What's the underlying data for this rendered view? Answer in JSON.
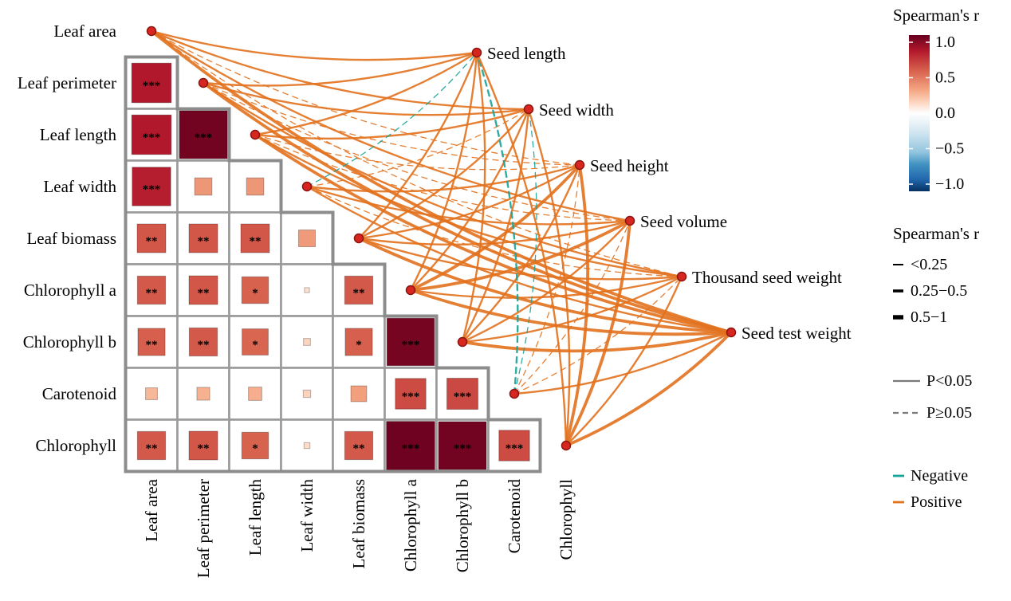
{
  "colors": {
    "background": "#ffffff",
    "grid": "#9a9a9a",
    "grid_outer": "#8c8c8c",
    "node_fill": "#d7261f",
    "node_stroke": "#8a1410",
    "edge_positive": "#e2711d",
    "edge_negative": "#17a398",
    "star": "#f2dfa0",
    "pline": "#7a7a7a",
    "text": "#000000"
  },
  "chart_data": {
    "type": "heatmap",
    "subtype": "lower-triangle Spearman correlation matrix with curved network links between leaf traits and seed traits",
    "correlation_method": "Spearman's r",
    "matrix": {
      "traits": [
        "Leaf area",
        "Leaf perimeter",
        "Leaf length",
        "Leaf width",
        "Leaf biomass",
        "Chlorophyll a",
        "Chlorophyll b",
        "Carotenoid",
        "Chlorophyll"
      ],
      "cells": [
        {
          "row": "Leaf perimeter",
          "col": "Leaf area",
          "r": 0.8,
          "sig": "***"
        },
        {
          "row": "Leaf length",
          "col": "Leaf area",
          "r": 0.8,
          "sig": "***"
        },
        {
          "row": "Leaf length",
          "col": "Leaf perimeter",
          "r": 0.97,
          "sig": "***"
        },
        {
          "row": "Leaf width",
          "col": "Leaf area",
          "r": 0.78,
          "sig": "***"
        },
        {
          "row": "Leaf width",
          "col": "Leaf perimeter",
          "r": 0.35,
          "sig": ""
        },
        {
          "row": "Leaf width",
          "col": "Leaf length",
          "r": 0.35,
          "sig": ""
        },
        {
          "row": "Leaf biomass",
          "col": "Leaf area",
          "r": 0.58,
          "sig": "**"
        },
        {
          "row": "Leaf biomass",
          "col": "Leaf perimeter",
          "r": 0.58,
          "sig": "**"
        },
        {
          "row": "Leaf biomass",
          "col": "Leaf length",
          "r": 0.58,
          "sig": "**"
        },
        {
          "row": "Leaf biomass",
          "col": "Leaf width",
          "r": 0.34,
          "sig": ""
        },
        {
          "row": "Chlorophyll a",
          "col": "Leaf area",
          "r": 0.57,
          "sig": "**"
        },
        {
          "row": "Chlorophyll a",
          "col": "Leaf perimeter",
          "r": 0.58,
          "sig": "**"
        },
        {
          "row": "Chlorophyll a",
          "col": "Leaf length",
          "r": 0.54,
          "sig": "*"
        },
        {
          "row": "Chlorophyll a",
          "col": "Leaf width",
          "r": 0.1,
          "sig": ""
        },
        {
          "row": "Chlorophyll a",
          "col": "Leaf biomass",
          "r": 0.57,
          "sig": "**"
        },
        {
          "row": "Chlorophyll b",
          "col": "Leaf area",
          "r": 0.55,
          "sig": "**"
        },
        {
          "row": "Chlorophyll b",
          "col": "Leaf perimeter",
          "r": 0.57,
          "sig": "**"
        },
        {
          "row": "Chlorophyll b",
          "col": "Leaf length",
          "r": 0.53,
          "sig": "*"
        },
        {
          "row": "Chlorophyll b",
          "col": "Leaf width",
          "r": 0.14,
          "sig": ""
        },
        {
          "row": "Chlorophyll b",
          "col": "Leaf biomass",
          "r": 0.55,
          "sig": "*"
        },
        {
          "row": "Chlorophyll b",
          "col": "Chlorophyll a",
          "r": 0.96,
          "sig": "***"
        },
        {
          "row": "Carotenoid",
          "col": "Leaf area",
          "r": 0.24,
          "sig": ""
        },
        {
          "row": "Carotenoid",
          "col": "Leaf perimeter",
          "r": 0.26,
          "sig": ""
        },
        {
          "row": "Carotenoid",
          "col": "Leaf length",
          "r": 0.27,
          "sig": ""
        },
        {
          "row": "Carotenoid",
          "col": "Leaf width",
          "r": 0.15,
          "sig": ""
        },
        {
          "row": "Carotenoid",
          "col": "Leaf biomass",
          "r": 0.32,
          "sig": ""
        },
        {
          "row": "Carotenoid",
          "col": "Chlorophyll a",
          "r": 0.62,
          "sig": "***"
        },
        {
          "row": "Carotenoid",
          "col": "Chlorophyll b",
          "r": 0.63,
          "sig": "***"
        },
        {
          "row": "Chlorophyll",
          "col": "Leaf area",
          "r": 0.57,
          "sig": "**"
        },
        {
          "row": "Chlorophyll",
          "col": "Leaf perimeter",
          "r": 0.58,
          "sig": "**"
        },
        {
          "row": "Chlorophyll",
          "col": "Leaf length",
          "r": 0.54,
          "sig": "*"
        },
        {
          "row": "Chlorophyll",
          "col": "Leaf width",
          "r": 0.12,
          "sig": ""
        },
        {
          "row": "Chlorophyll",
          "col": "Leaf biomass",
          "r": 0.57,
          "sig": "**"
        },
        {
          "row": "Chlorophyll",
          "col": "Chlorophyll a",
          "r": 0.98,
          "sig": "***"
        },
        {
          "row": "Chlorophyll",
          "col": "Chlorophyll b",
          "r": 0.97,
          "sig": "***"
        },
        {
          "row": "Chlorophyll",
          "col": "Carotenoid",
          "r": 0.62,
          "sig": "***"
        }
      ]
    },
    "network": {
      "seed_traits": [
        "Seed length",
        "Seed width",
        "Seed height",
        "Seed volume",
        "Thousand seed weight",
        "Seed test weight"
      ],
      "edges": [
        {
          "from": "Leaf area",
          "to": "Seed length",
          "r": 0.42,
          "p": "<0.05"
        },
        {
          "from": "Leaf area",
          "to": "Seed width",
          "r": 0.42,
          "p": "<0.05"
        },
        {
          "from": "Leaf area",
          "to": "Seed height",
          "r": 0.22,
          "p": "≥0.05"
        },
        {
          "from": "Leaf area",
          "to": "Seed volume",
          "r": 0.33,
          "p": "<0.05"
        },
        {
          "from": "Leaf area",
          "to": "Thousand seed weight",
          "r": 0.22,
          "p": "≥0.05"
        },
        {
          "from": "Leaf area",
          "to": "Seed test weight",
          "r": 0.55,
          "p": "<0.05"
        },
        {
          "from": "Leaf perimeter",
          "to": "Seed length",
          "r": 0.4,
          "p": "<0.05"
        },
        {
          "from": "Leaf perimeter",
          "to": "Seed width",
          "r": 0.38,
          "p": "<0.05"
        },
        {
          "from": "Leaf perimeter",
          "to": "Seed height",
          "r": 0.22,
          "p": "≥0.05"
        },
        {
          "from": "Leaf perimeter",
          "to": "Seed volume",
          "r": 0.22,
          "p": "≥0.05"
        },
        {
          "from": "Leaf perimeter",
          "to": "Thousand seed weight",
          "r": 0.3,
          "p": "<0.05"
        },
        {
          "from": "Leaf perimeter",
          "to": "Seed test weight",
          "r": 0.55,
          "p": "<0.05"
        },
        {
          "from": "Leaf length",
          "to": "Seed length",
          "r": 0.4,
          "p": "<0.05"
        },
        {
          "from": "Leaf length",
          "to": "Seed width",
          "r": 0.36,
          "p": "<0.05"
        },
        {
          "from": "Leaf length",
          "to": "Seed height",
          "r": 0.2,
          "p": "≥0.05"
        },
        {
          "from": "Leaf length",
          "to": "Seed volume",
          "r": 0.22,
          "p": "≥0.05"
        },
        {
          "from": "Leaf length",
          "to": "Thousand seed weight",
          "r": 0.3,
          "p": "<0.05"
        },
        {
          "from": "Leaf length",
          "to": "Seed test weight",
          "r": 0.52,
          "p": "<0.05"
        },
        {
          "from": "Leaf width",
          "to": "Seed length",
          "r": -0.18,
          "p": "≥0.05"
        },
        {
          "from": "Leaf width",
          "to": "Seed width",
          "r": 0.2,
          "p": "≥0.05"
        },
        {
          "from": "Leaf width",
          "to": "Seed height",
          "r": 0.3,
          "p": "<0.05"
        },
        {
          "from": "Leaf width",
          "to": "Seed volume",
          "r": 0.3,
          "p": "<0.05"
        },
        {
          "from": "Leaf width",
          "to": "Thousand seed weight",
          "r": 0.18,
          "p": "≥0.05"
        },
        {
          "from": "Leaf width",
          "to": "Seed test weight",
          "r": 0.33,
          "p": "<0.05"
        },
        {
          "from": "Leaf biomass",
          "to": "Seed length",
          "r": 0.33,
          "p": "<0.05"
        },
        {
          "from": "Leaf biomass",
          "to": "Seed width",
          "r": 0.38,
          "p": "<0.05"
        },
        {
          "from": "Leaf biomass",
          "to": "Seed height",
          "r": 0.42,
          "p": "<0.05"
        },
        {
          "from": "Leaf biomass",
          "to": "Seed volume",
          "r": 0.42,
          "p": "<0.05"
        },
        {
          "from": "Leaf biomass",
          "to": "Thousand seed weight",
          "r": 0.38,
          "p": "<0.05"
        },
        {
          "from": "Leaf biomass",
          "to": "Seed test weight",
          "r": 0.55,
          "p": "<0.05"
        },
        {
          "from": "Chlorophyll a",
          "to": "Seed length",
          "r": 0.33,
          "p": "<0.05"
        },
        {
          "from": "Chlorophyll a",
          "to": "Seed width",
          "r": 0.45,
          "p": "<0.05"
        },
        {
          "from": "Chlorophyll a",
          "to": "Seed height",
          "r": 0.52,
          "p": "<0.05"
        },
        {
          "from": "Chlorophyll a",
          "to": "Seed volume",
          "r": 0.52,
          "p": "<0.05"
        },
        {
          "from": "Chlorophyll a",
          "to": "Thousand seed weight",
          "r": 0.45,
          "p": "<0.05"
        },
        {
          "from": "Chlorophyll a",
          "to": "Seed test weight",
          "r": 0.62,
          "p": "<0.05"
        },
        {
          "from": "Chlorophyll b",
          "to": "Seed length",
          "r": 0.3,
          "p": "<0.05"
        },
        {
          "from": "Chlorophyll b",
          "to": "Seed width",
          "r": 0.42,
          "p": "<0.05"
        },
        {
          "from": "Chlorophyll b",
          "to": "Seed height",
          "r": 0.45,
          "p": "<0.05"
        },
        {
          "from": "Chlorophyll b",
          "to": "Seed volume",
          "r": 0.45,
          "p": "<0.05"
        },
        {
          "from": "Chlorophyll b",
          "to": "Thousand seed weight",
          "r": 0.4,
          "p": "<0.05"
        },
        {
          "from": "Chlorophyll b",
          "to": "Seed test weight",
          "r": 0.55,
          "p": "<0.05"
        },
        {
          "from": "Carotenoid",
          "to": "Seed length",
          "r": -0.28,
          "p": "≥0.05"
        },
        {
          "from": "Carotenoid",
          "to": "Seed width",
          "r": -0.18,
          "p": "≥0.05"
        },
        {
          "from": "Carotenoid",
          "to": "Seed height",
          "r": 0.2,
          "p": "≥0.05"
        },
        {
          "from": "Carotenoid",
          "to": "Seed volume",
          "r": 0.2,
          "p": "≥0.05"
        },
        {
          "from": "Carotenoid",
          "to": "Thousand seed weight",
          "r": 0.22,
          "p": "≥0.05"
        },
        {
          "from": "Carotenoid",
          "to": "Seed test weight",
          "r": 0.3,
          "p": "<0.05"
        },
        {
          "from": "Chlorophyll",
          "to": "Seed length",
          "r": 0.33,
          "p": "<0.05"
        },
        {
          "from": "Chlorophyll",
          "to": "Seed width",
          "r": 0.45,
          "p": "<0.05"
        },
        {
          "from": "Chlorophyll",
          "to": "Seed height",
          "r": 0.52,
          "p": "<0.05"
        },
        {
          "from": "Chlorophyll",
          "to": "Seed volume",
          "r": 0.52,
          "p": "<0.05"
        },
        {
          "from": "Chlorophyll",
          "to": "Thousand seed weight",
          "r": 0.45,
          "p": "<0.05"
        },
        {
          "from": "Chlorophyll",
          "to": "Seed test weight",
          "r": 0.62,
          "p": "<0.05"
        }
      ]
    },
    "legend": {
      "colorbar": {
        "title": "Spearman's r",
        "ticks": [
          "1.0",
          "0.5",
          "0.0",
          "−0.5",
          "−1.0"
        ],
        "tick_values": [
          1,
          0.5,
          0,
          -0.5,
          -1
        ],
        "range": [
          -1,
          1
        ]
      },
      "line_width": {
        "title": "Spearman's r",
        "items": [
          {
            "label": "<0.25"
          },
          {
            "label": "0.25−0.5"
          },
          {
            "label": "0.5−1"
          }
        ]
      },
      "line_type": {
        "items": [
          {
            "label": "P<0.05",
            "style": "solid"
          },
          {
            "label": "P≥0.05",
            "style": "dashed"
          }
        ]
      },
      "line_color": {
        "items": [
          {
            "label": "Negative",
            "color": "#17a398"
          },
          {
            "label": "Positive",
            "color": "#e2711d"
          }
        ]
      }
    }
  }
}
